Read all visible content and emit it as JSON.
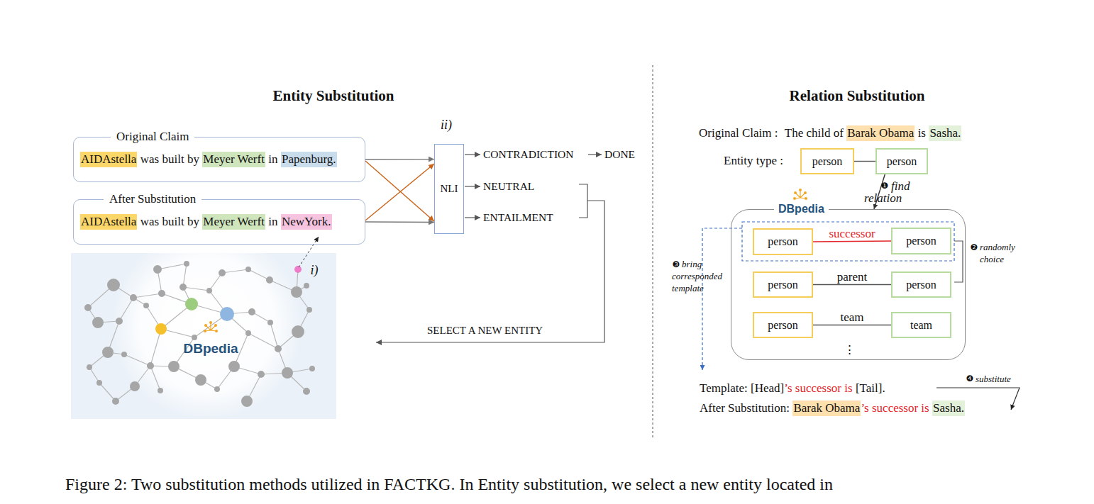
{
  "diagram": {
    "caption": "Figure 2: Two substitution methods utilized in FACTKG. In Entity substitution, we select a new entity located in",
    "nodes": [
      {
        "text": [
          "Original Claim",
          "AIDAstella",
          "was built by",
          "Meyer Werft",
          "in",
          "Papenburg."
        ]
      },
      {
        "text": [
          "After Substitution",
          "AIDAstella",
          "was built by",
          "Meyer Werft",
          "in",
          "NewYork."
        ]
      },
      {
        "text": [
          "NLI"
        ]
      },
      {
        "text": [
          "person"
        ]
      },
      {
        "text": [
          "person"
        ]
      },
      {
        "text": [
          "DBpedia"
        ]
      },
      {
        "text": [
          "person"
        ],
        "in": 5
      },
      {
        "text": [
          "person"
        ],
        "in": 5
      },
      {
        "text": [
          "person"
        ],
        "in": 5
      },
      {
        "text": [
          "person"
        ],
        "in": 5
      },
      {
        "text": [
          "person"
        ],
        "in": 5
      },
      {
        "text": [
          "team"
        ],
        "in": 5
      }
    ],
    "edges": [
      {
        "from": 0,
        "to": 2,
        "arrow": "to"
      },
      {
        "from": 0,
        "to": 2,
        "arrow": "to"
      },
      {
        "from": 1,
        "to": 2,
        "arrow": "to"
      },
      {
        "from": 1,
        "to": 2,
        "arrow": "to"
      },
      {
        "from": 3,
        "to": 4,
        "arrow": "none"
      },
      {
        "from": 4,
        "to": 5,
        "arrow": "to",
        "label": "find relation"
      },
      {
        "from": 6,
        "to": 7,
        "arrow": "none",
        "label": "successor"
      },
      {
        "from": 8,
        "to": 9,
        "arrow": "none",
        "label": "parent"
      },
      {
        "from": 10,
        "to": 11,
        "arrow": "none",
        "label": "team"
      }
    ],
    "labels": [
      "Entity Substitution",
      "Relation Substitution",
      "ii)",
      "i)",
      "CONTRADICTION",
      "DONE",
      "NEUTRAL",
      "ENTAILMENT",
      "SELECT A NEW ENTITY",
      "DBpedia",
      "Original Claim :",
      "The child of",
      "Barak Obama",
      "is",
      "Sasha.",
      "Entity type :",
      "❷",
      "randomly choice",
      "❸",
      "bring corresponded template",
      "⋮",
      "Template: [Head]",
      "’s successor is",
      "[Tail].",
      "❹",
      "substitute",
      "After Substitution:",
      "Barak Obama",
      "’s successor is",
      "Sasha.",
      "❶"
    ]
  }
}
